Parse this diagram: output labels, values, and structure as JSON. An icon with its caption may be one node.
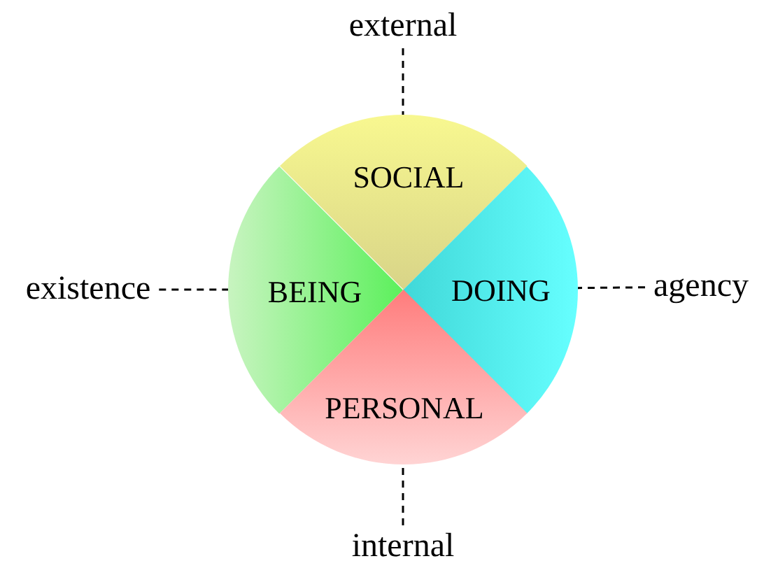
{
  "diagram": {
    "nodes": [
      {
        "text": [
          "external"
        ]
      },
      {
        "text": [
          "existence"
        ]
      },
      {
        "text": [
          "SOCIAL"
        ]
      },
      {
        "text": [
          "BEING"
        ]
      },
      {
        "text": [
          "DOING"
        ]
      },
      {
        "text": [
          "agency"
        ]
      },
      {
        "text": [
          "PERSONAL"
        ]
      },
      {
        "text": [
          "internal"
        ]
      }
    ],
    "edges": [
      {
        "from": 0,
        "to": 2,
        "arrow": "none",
        "style": "dashed"
      },
      {
        "from": 1,
        "to": 3,
        "arrow": "none",
        "style": "dashed"
      },
      {
        "from": 5,
        "to": 4,
        "arrow": "none",
        "style": "dashed"
      },
      {
        "from": 7,
        "to": 6,
        "arrow": "none",
        "style": "dashed"
      }
    ]
  }
}
